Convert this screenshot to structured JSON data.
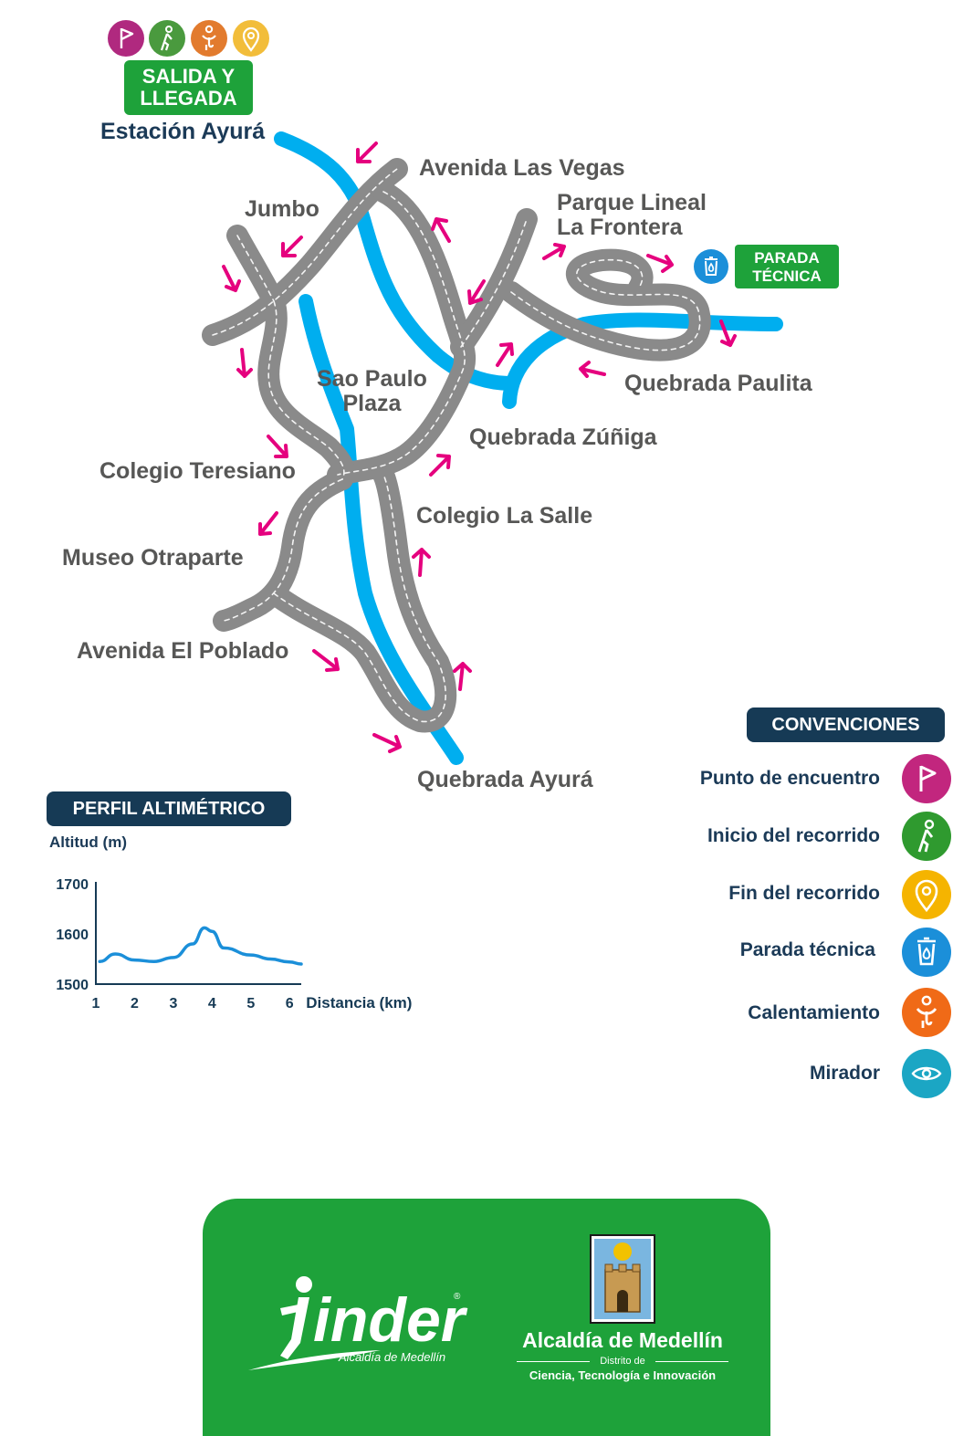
{
  "start": {
    "label_line1": "SALIDA Y",
    "label_line2": "LLEGADA",
    "station": "Estación Ayurá"
  },
  "places": {
    "avenida_las_vegas": "Avenida Las Vegas",
    "jumbo": "Jumbo",
    "parque_lineal_1": "Parque Lineal",
    "parque_lineal_2": "La Frontera",
    "sao_paulo_1": "Sao Paulo",
    "sao_paulo_2": "Plaza",
    "quebrada_paulita": "Quebrada Paulita",
    "quebrada_zuniga": "Quebrada Zúñiga",
    "colegio_teresiano": "Colegio Teresiano",
    "colegio_la_salle": "Colegio La Salle",
    "museo_otraparte": "Museo Otraparte",
    "avenida_el_poblado": "Avenida El Poblado",
    "quebrada_ayura": "Quebrada Ayurá"
  },
  "parada": {
    "line1": "PARADA",
    "line2": "TÉCNICA"
  },
  "legend": {
    "title": "CONVENCIONES",
    "items": [
      {
        "label": "Punto de encuentro",
        "icon": "flag-icon",
        "color": "#c2267e"
      },
      {
        "label": "Inicio del recorrido",
        "icon": "walker-icon",
        "color": "#2f9a2f"
      },
      {
        "label": "Fin del recorrido",
        "icon": "location-pin-icon",
        "color": "#f5b400"
      },
      {
        "label": "Parada técnica",
        "icon": "water-bin-icon",
        "color": "#1b8fd9"
      },
      {
        "label": "Calentamiento",
        "icon": "stretching-person-icon",
        "color": "#f06a17"
      },
      {
        "label": "Mirador",
        "icon": "eye-icon",
        "color": "#1ba6c4"
      }
    ]
  },
  "profile": {
    "title": "PERFIL ALTIMÉTRICO"
  },
  "chart_data": {
    "type": "line",
    "title": "",
    "ylabel": "Altitud (m)",
    "xlabel": "Distancia (km)",
    "x_ticks": [
      "1",
      "2",
      "3",
      "4",
      "5",
      "6"
    ],
    "y_ticks": [
      "1700",
      "1600",
      "1500"
    ],
    "ylim": [
      1500,
      1700
    ],
    "xlim": [
      1,
      6.3
    ],
    "series": [
      {
        "color": "#1b8fd9",
        "x": [
          1.1,
          1.5,
          2.0,
          2.5,
          3.0,
          3.5,
          3.8,
          4.0,
          4.3,
          5.0,
          5.5,
          6.0,
          6.3
        ],
        "y": [
          1545,
          1560,
          1548,
          1545,
          1553,
          1580,
          1612,
          1605,
          1572,
          1558,
          1550,
          1544,
          1540
        ]
      }
    ]
  },
  "colors": {
    "route": "#8a8a8a",
    "river": "#00aeef",
    "arrow": "#e5007e",
    "navy": "#163a55",
    "green": "#1ea23a"
  },
  "footer": {
    "inder_logo": "inder",
    "inder_sub": "Alcaldía de Medellín",
    "alcaldia": "Alcaldía de Medellín",
    "distrito": "Distrito de",
    "cti": "Ciencia, Tecnología e Innovación"
  }
}
